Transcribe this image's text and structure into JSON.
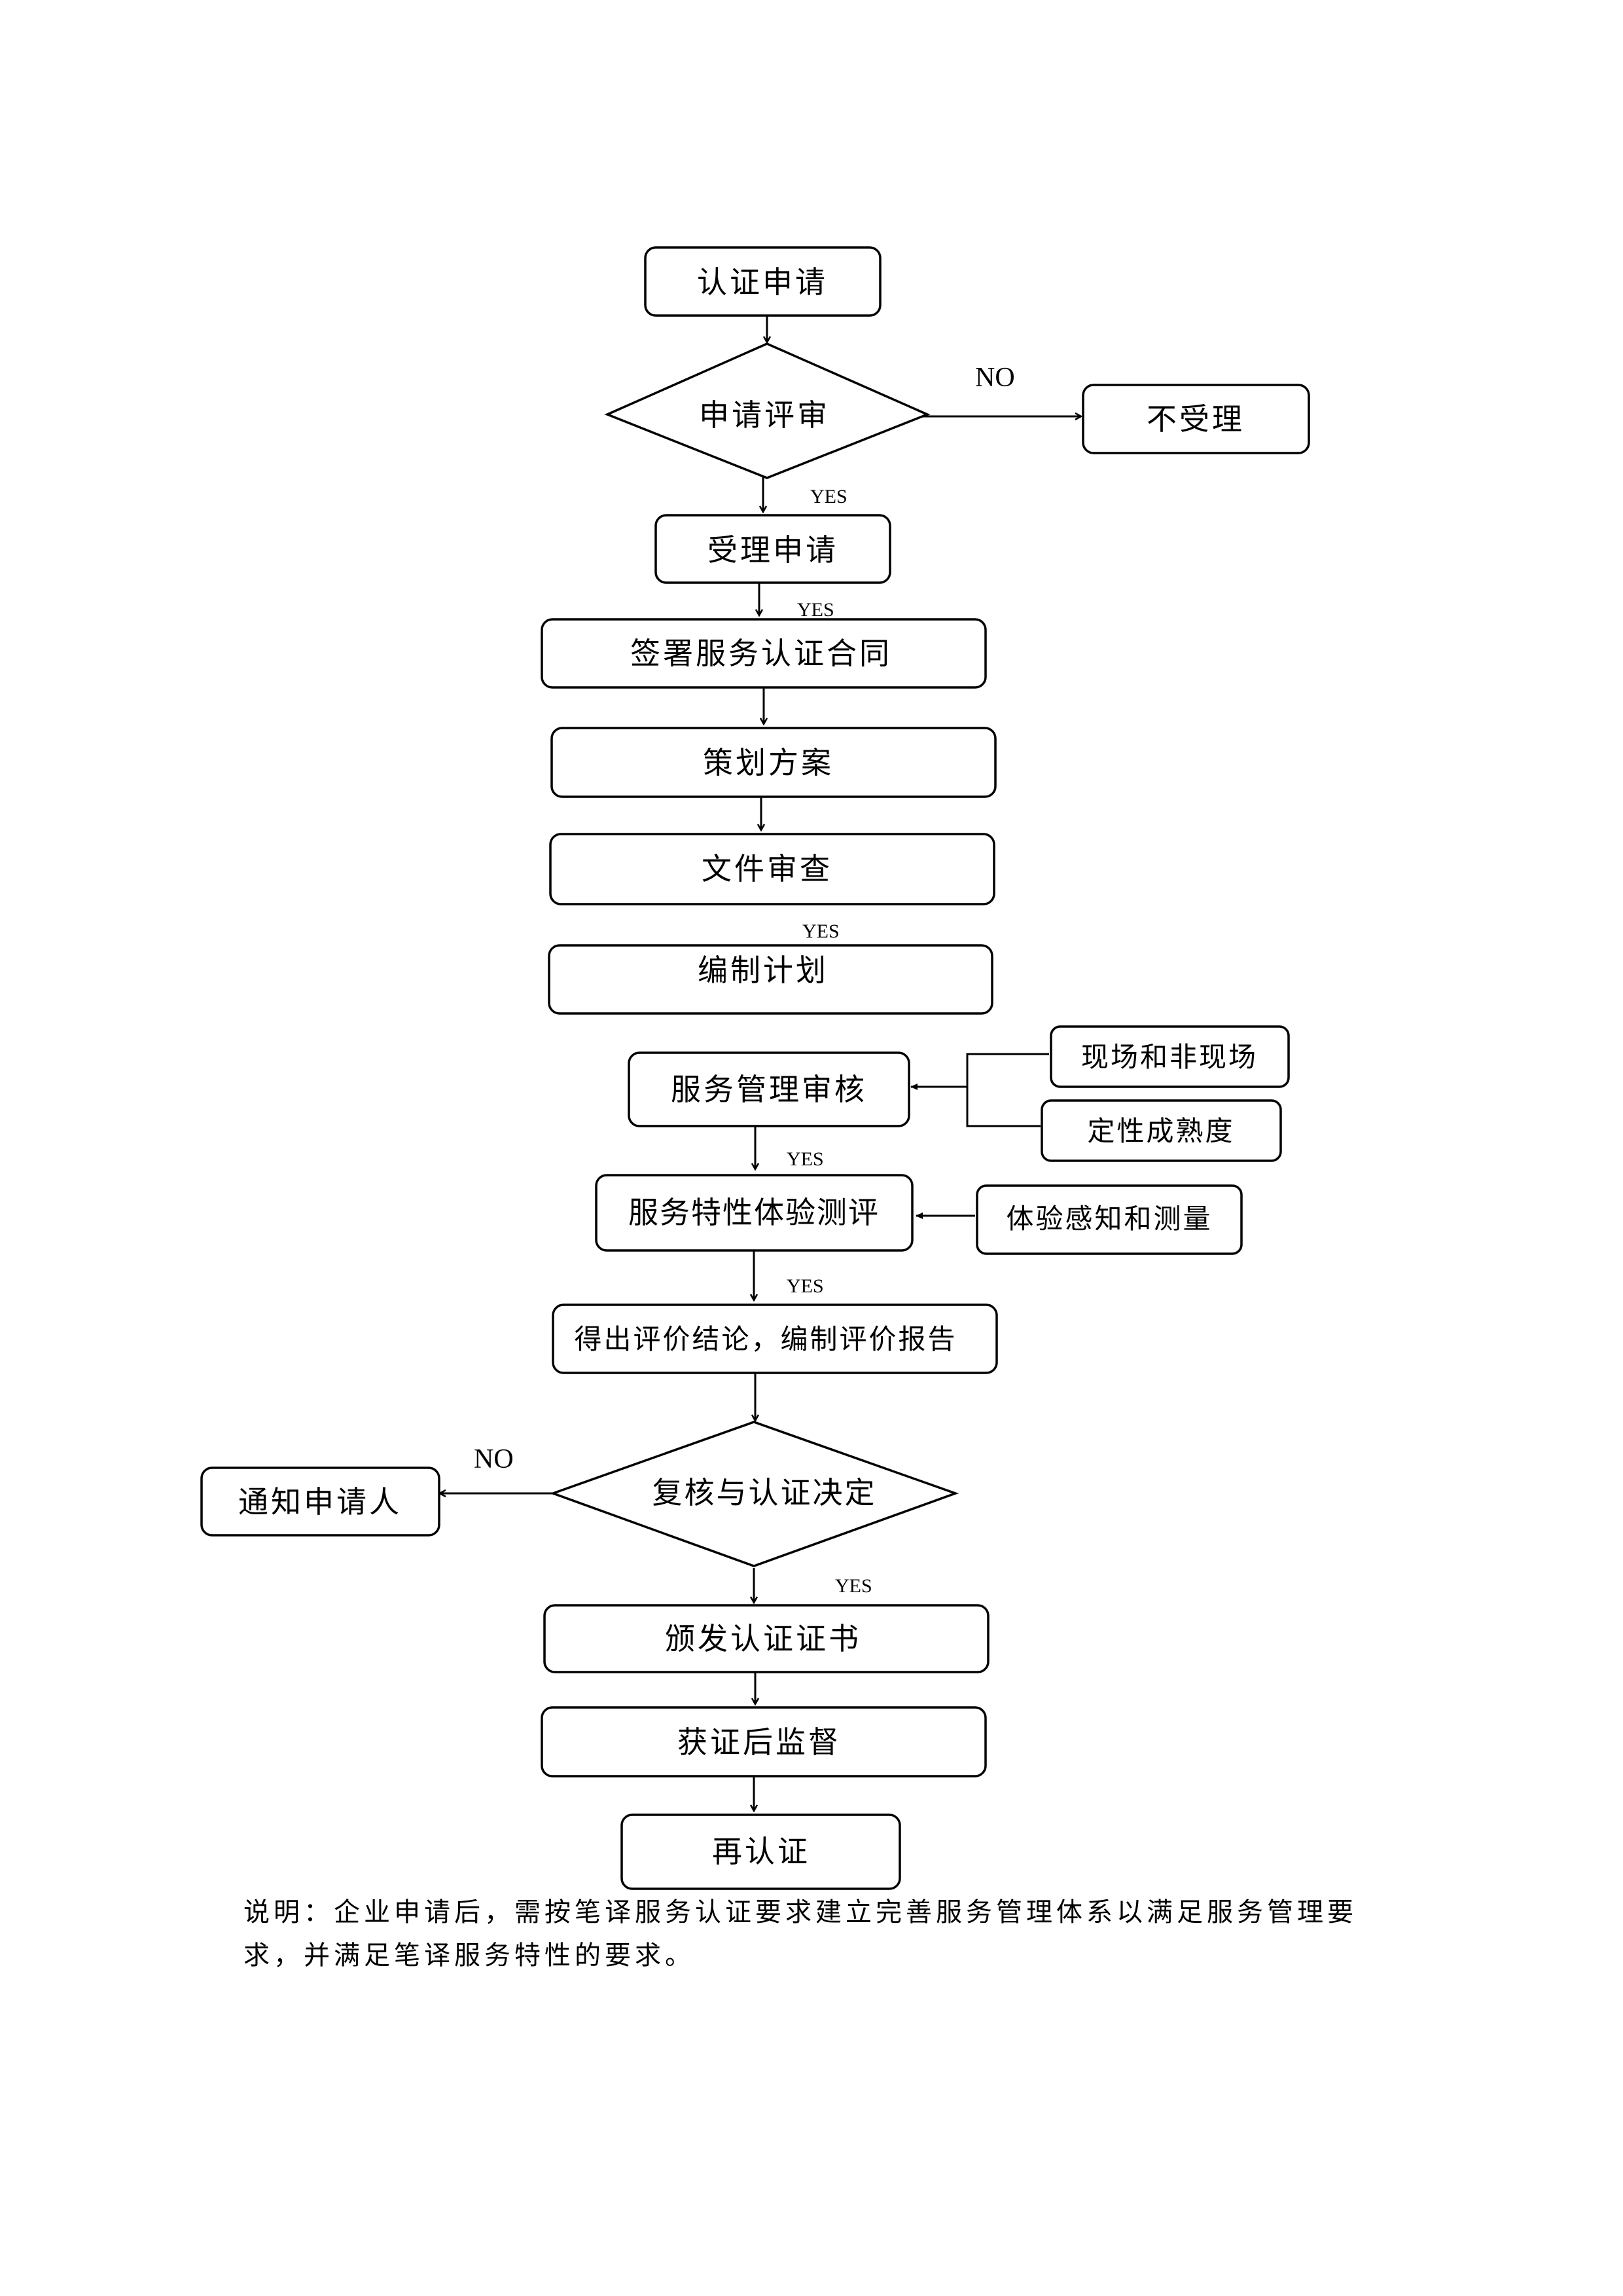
{
  "nodes": {
    "apply": "认证申请",
    "review": "申请评审",
    "reject": "不受理",
    "accept": "受理申请",
    "contract": "签署服务认证合同",
    "plan": "策划方案",
    "docreview": "文件审查",
    "schedule": "编制计划",
    "audit": "服务管理审核",
    "onsite": "现场和非现场",
    "maturity": "定性成熟度",
    "experience": "服务特性体验测评",
    "perception": "体验感知和测量",
    "report": "得出评价结论，编制评价报告",
    "decision": "复核与认证决定",
    "notify": "通知申请人",
    "issue": "颁发认证证书",
    "surveil": "获证后监督",
    "recert": "再认证"
  },
  "labels": {
    "yes": "YES",
    "no": "NO"
  },
  "note": "说明：企业申请后，需按笔译服务认证要求建立完善服务管理体系以满足服务管理要求，并满足笔译服务特性的要求。"
}
